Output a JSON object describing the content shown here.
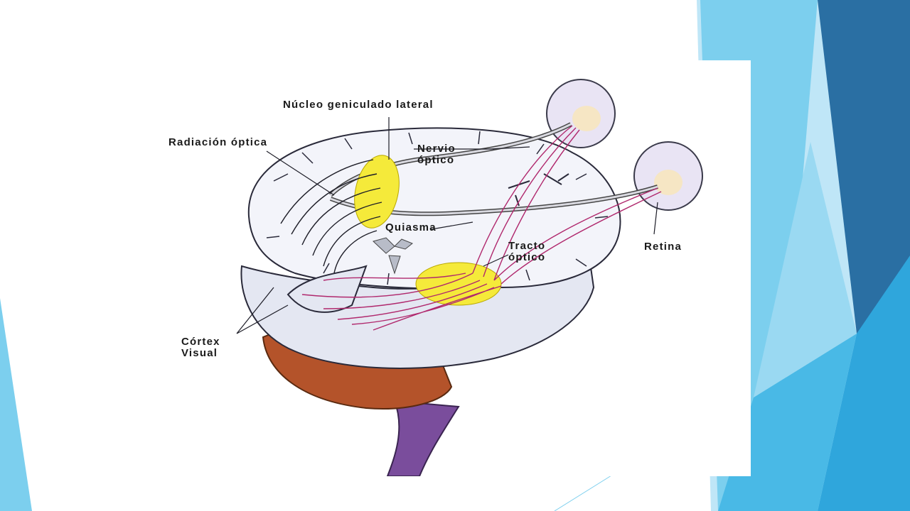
{
  "theme": {
    "accent_dark": "#2a6fa3",
    "accent_mid": "#2fa6dc",
    "accent_light": "#7ccfee",
    "pale": "#bfe6f7",
    "brain_fill": "#eef0f7",
    "nucleus_yellow": "#f5ea3a",
    "pathway_magenta": "#b0286d",
    "cerebellum_brown": "#b4532a",
    "brainstem_purple": "#7a4d9c"
  },
  "labels": {
    "nucleo_geniculado": "Núcleo geniculado lateral",
    "radiacion_optica": "Radiación óptica",
    "nervio_optico_l1": "Nervio",
    "nervio_optico_l2": "óptico",
    "quiasma": "Quiasma",
    "tracto_optico_l1": "Tracto",
    "tracto_optico_l2": "óptico",
    "retina": "Retina",
    "cortex_l1": "Córtex",
    "cortex_l2": "Visual"
  }
}
